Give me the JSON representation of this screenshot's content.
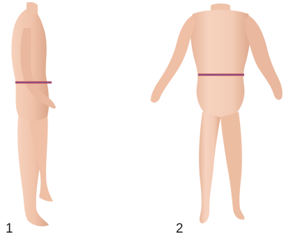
{
  "panels": [
    {
      "label": "1",
      "view": "side"
    },
    {
      "label": "2",
      "view": "front"
    }
  ],
  "colors": {
    "background": "#ffffff",
    "skin": "#f0c4ad",
    "skin_shadow": "#d9a48a",
    "skin_highlight": "#f8d9c6",
    "waist_line": "#c03a4e",
    "waist_line_inner": "#5a5fa8"
  }
}
